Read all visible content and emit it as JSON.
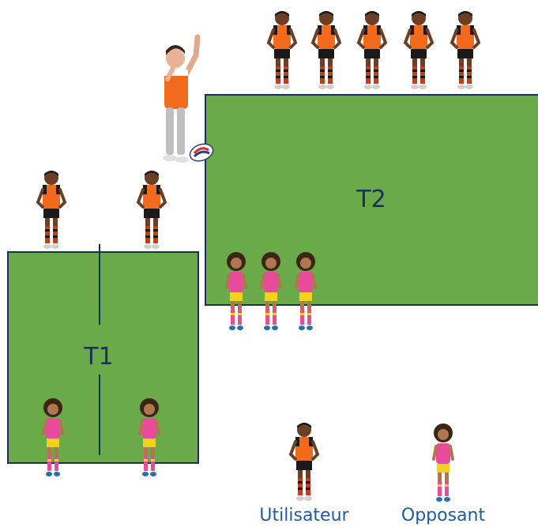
{
  "fields": [
    {
      "id": "t1",
      "label": "T1"
    },
    {
      "id": "t2",
      "label": "T2"
    }
  ],
  "legend": {
    "user_label": "Utilisateur",
    "opponent_label": "Opposant"
  },
  "colors": {
    "field_green": "#6aaa48",
    "field_border": "#1b2f5e",
    "user_shirt": "#f26b1d",
    "user_shorts": "#1a1a1a",
    "opponent_shirt": "#e84a9c",
    "opponent_shorts": "#f2d21b",
    "legend_text": "#1f5aa8"
  }
}
